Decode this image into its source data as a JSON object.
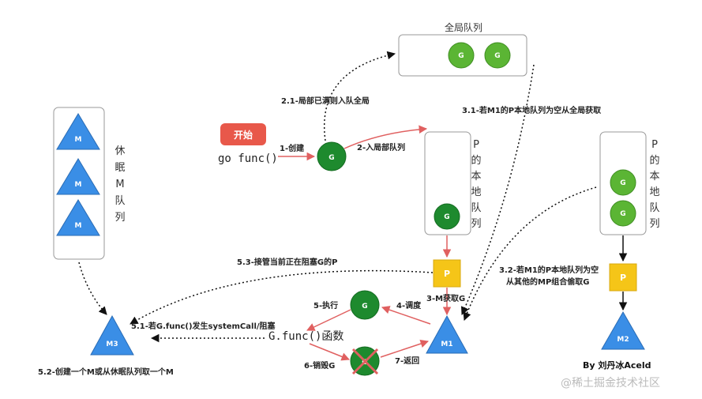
{
  "global_queue": {
    "title": "全局队列",
    "g1": "G",
    "g2": "G"
  },
  "idle_m": {
    "label": [
      "休",
      "眠",
      "M",
      "队",
      "列"
    ],
    "m1": "M",
    "m2": "M",
    "m3": "M"
  },
  "start": {
    "button": "开始",
    "code": "go func()"
  },
  "g_created": "G",
  "p_local_left": {
    "label": [
      "P",
      "的",
      "本",
      "地",
      "队",
      "列"
    ],
    "g": "G"
  },
  "p_local_right": {
    "label": [
      "P",
      "的",
      "本",
      "地",
      "队",
      "列"
    ],
    "g1": "G",
    "g2": "G"
  },
  "p1": "P",
  "p2": "P",
  "m1": "M1",
  "m2": "M2",
  "m3": "M3",
  "g_exec": "G",
  "g_destroy": "G",
  "gfunc": "G.func()函数",
  "steps": {
    "s1": "1-创建",
    "s2": "2-入局部队列",
    "s21": "2.1-局部已满则入队全局",
    "s31": "3.1-若M1的P本地队列为空从全局获取",
    "s32a": "3.2-若M1的P本地队列为空",
    "s32b": "从其他的MP组合偷取G",
    "s3": "3-M获取G",
    "s4": "4-调度",
    "s5": "5-执行",
    "s6": "6-销毁G",
    "s7": "7-返回",
    "s51": "5.1-若G.func()发生systemCall/阻塞",
    "s52": "5.2-创建一个M或从休眠队列取一个M",
    "s53": "5.3-接管当前正在阻塞G的P"
  },
  "author": "By 刘丹冰Aceld",
  "watermark": "@稀土掘金技术社区",
  "colors": {
    "g": "#1e8a2e",
    "m": "#3a8ee6",
    "p": "#f5c518",
    "arrow_red": "#e06060",
    "start": "#e8584a"
  }
}
